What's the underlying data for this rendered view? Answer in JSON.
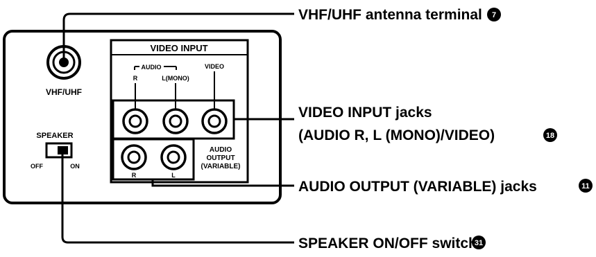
{
  "panel": {
    "antenna_label": "VHF/UHF",
    "video_input_header": "VIDEO INPUT",
    "audio_bracket_label": "AUDIO",
    "jack_r_label": "R",
    "jack_l_mono_label": "L(MONO)",
    "jack_video_label": "VIDEO",
    "audio_output_label_1": "AUDIO",
    "audio_output_label_2": "OUTPUT",
    "audio_output_label_3": "(VARIABLE)",
    "out_r_label": "R",
    "out_l_label": "L",
    "speaker_label": "SPEAKER",
    "speaker_off": "OFF",
    "speaker_on": "ON"
  },
  "callouts": {
    "antenna": {
      "text": "VHF/UHF antenna terminal",
      "badge": "7"
    },
    "video_input_line1": "VIDEO INPUT jacks",
    "video_input_line2": {
      "text": "(AUDIO R, L (MONO)/VIDEO)",
      "badge": "18"
    },
    "audio_output": {
      "text": "AUDIO OUTPUT (VARIABLE) jacks",
      "badge": "11"
    },
    "speaker": {
      "text": "SPEAKER ON/OFF switch",
      "badge": "31"
    }
  }
}
